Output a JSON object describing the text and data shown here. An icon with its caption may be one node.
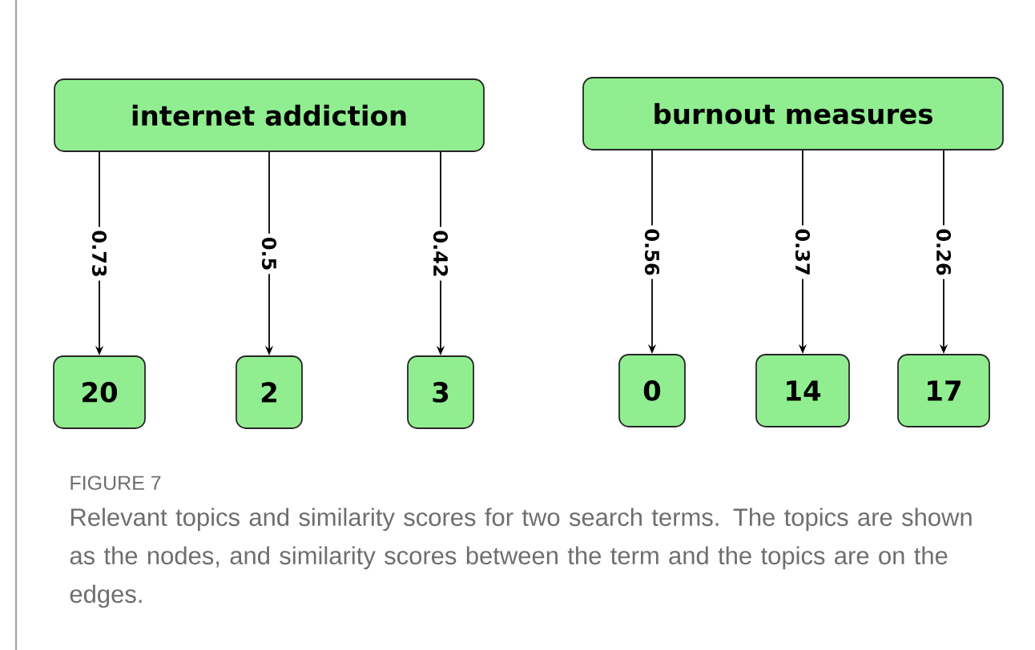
{
  "diagram": {
    "caption": "Relevant topics and similarity scores for two search terms. The topics are shown as the nodes, and similarity scores between the term and the topics are on the edges.",
    "nodes": [
      {
        "text": [
          "internet addiction"
        ]
      },
      {
        "text": [
          "burnout measures"
        ]
      },
      {
        "text": [
          "20"
        ]
      },
      {
        "text": [
          "2"
        ]
      },
      {
        "text": [
          "3"
        ]
      },
      {
        "text": [
          "0"
        ]
      },
      {
        "text": [
          "14"
        ]
      },
      {
        "text": [
          "17"
        ]
      }
    ],
    "edges": [
      {
        "from": 0,
        "to": 2,
        "arrow": "to",
        "label": "0.73"
      },
      {
        "from": 0,
        "to": 3,
        "arrow": "to",
        "label": "0.5"
      },
      {
        "from": 0,
        "to": 4,
        "arrow": "to",
        "label": "0.42"
      },
      {
        "from": 1,
        "to": 5,
        "arrow": "to",
        "label": "0.56"
      },
      {
        "from": 1,
        "to": 6,
        "arrow": "to",
        "label": "0.37"
      },
      {
        "from": 1,
        "to": 7,
        "arrow": "to",
        "label": "0.26"
      }
    ],
    "labels": [
      "FIGURE 7"
    ]
  }
}
